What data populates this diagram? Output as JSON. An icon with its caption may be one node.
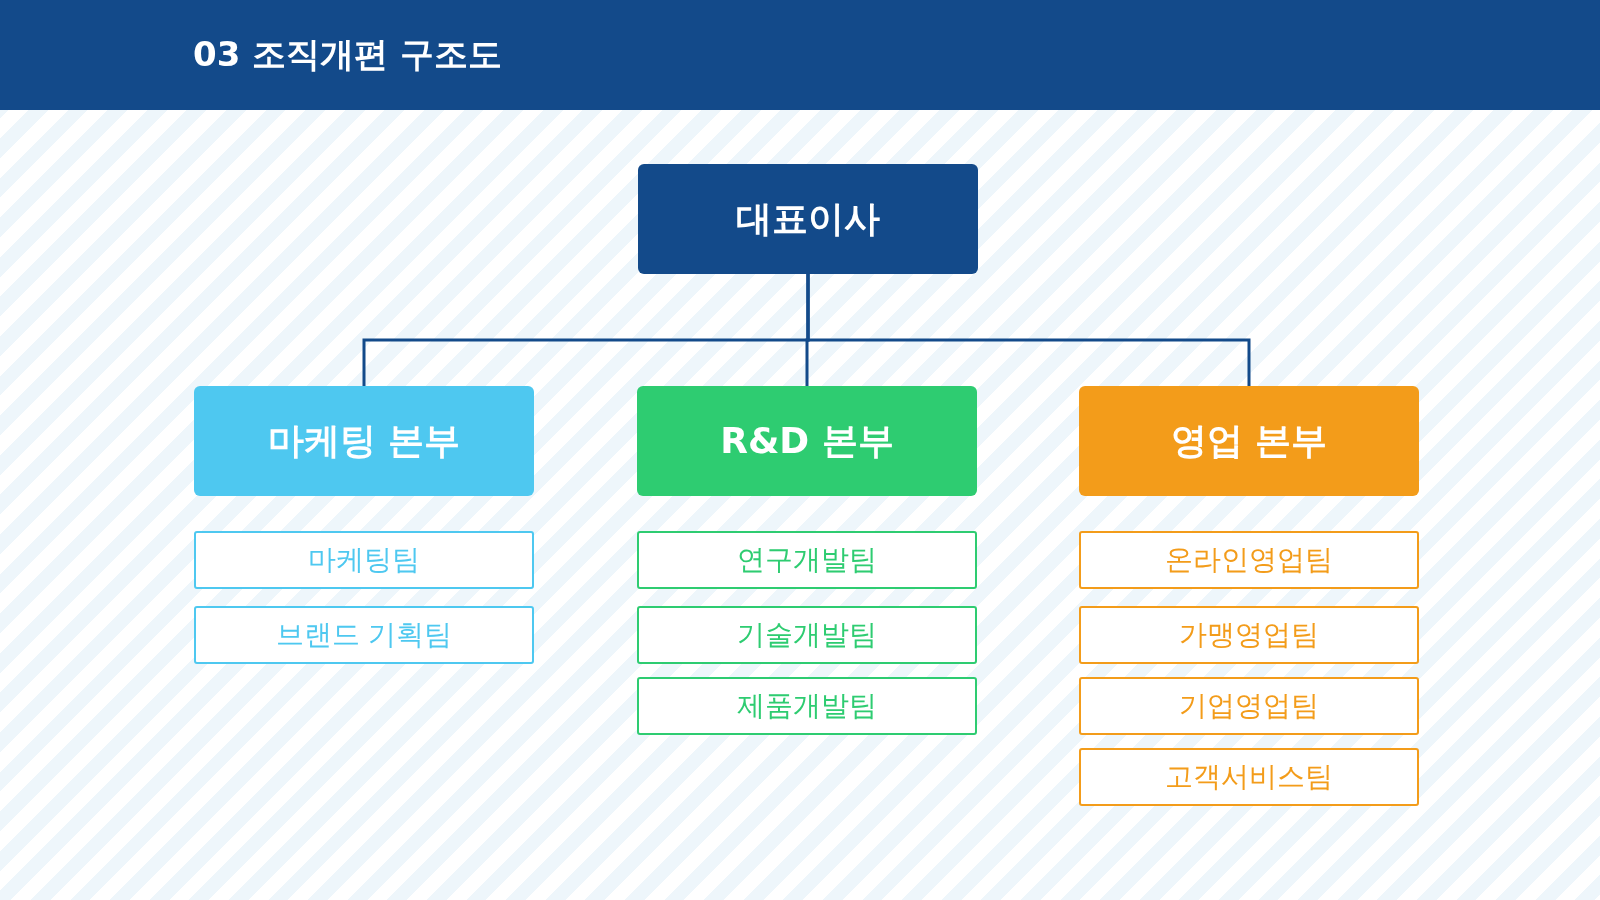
{
  "diagram": {
    "title": "03 조직개편 구조도",
    "nodes": [
      {
        "text": [
          "대표이사"
        ]
      },
      {
        "text": [
          "마케팅 본부"
        ]
      },
      {
        "text": [
          "R&D 본부"
        ]
      },
      {
        "text": [
          "영업 본부"
        ]
      },
      {
        "text": [
          "마케팅팀"
        ]
      },
      {
        "text": [
          "브랜드 기획팀"
        ]
      },
      {
        "text": [
          "연구개발팀"
        ]
      },
      {
        "text": [
          "기술개발팀"
        ]
      },
      {
        "text": [
          "제품개발팀"
        ]
      },
      {
        "text": [
          "온라인영업팀"
        ]
      },
      {
        "text": [
          "가맹영업팀"
        ]
      },
      {
        "text": [
          "기업영업팀"
        ]
      },
      {
        "text": [
          "고객서비스팀"
        ]
      }
    ],
    "edges": [
      {
        "from": 0,
        "to": 1,
        "arrow": "none"
      },
      {
        "from": 0,
        "to": 2,
        "arrow": "none"
      },
      {
        "from": 0,
        "to": 3,
        "arrow": "none"
      }
    ]
  }
}
